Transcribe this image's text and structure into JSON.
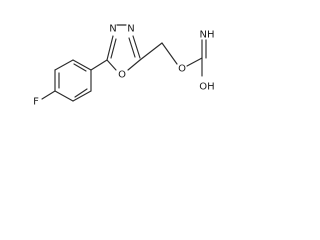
{
  "molecule": {
    "atoms": {
      "fluorine": "F",
      "ring_nitrogen_1": "N",
      "ring_nitrogen_2": "N",
      "ring_oxygen": "O",
      "ester_oxygen": "O",
      "imine_nh": "NH",
      "hydroxyl": "OH"
    }
  }
}
